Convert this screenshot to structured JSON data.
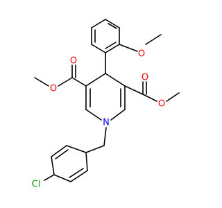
{
  "molecule": {
    "colors": {
      "bond": "#000000",
      "O": "#ff0000",
      "N": "#0000ff",
      "Cl": "#00a000",
      "background": "#ffffff"
    },
    "atom_labels": {
      "methoxy_o": "O",
      "left_carbonyl_o": "O",
      "left_ester_o": "O",
      "right_carbonyl_o": "O",
      "right_ester_o": "O",
      "ring_n": "N",
      "chlorine": "Cl"
    }
  }
}
